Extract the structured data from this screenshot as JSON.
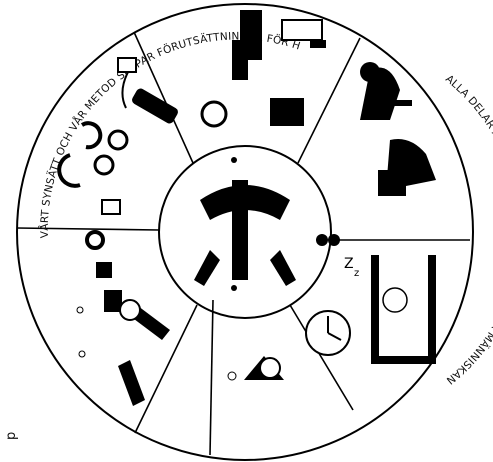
{
  "ring_texts": {
    "top": "VÅRT SYNSÄTT OCH VÅR METOD SKAPAR FÖRUTSÄTTNINGAR FÖR HÄLSA OCH HÅLLBARHET ÖVER TID",
    "right": "ALLA DELAR AV LIVET SAMSPELAR OCH PÅVERKAR MÄNNISKAN"
  },
  "corner_mark": "p",
  "colors": {
    "ink": "#000000",
    "paper": "#ffffff"
  },
  "segments": [
    {
      "name": "segment-activity-icon",
      "icon": "dumbbells-kettlebell-icon"
    },
    {
      "name": "segment-work-icon",
      "icon": "person-at-desk-icon"
    },
    {
      "name": "segment-nature-icon",
      "icon": "person-with-dog-icon"
    },
    {
      "name": "segment-sleep-icon",
      "icon": "person-sleeping-icon"
    },
    {
      "name": "segment-time-icon",
      "icon": "clock-icon"
    },
    {
      "name": "segment-food-icon",
      "icon": "food-plate-icon"
    },
    {
      "name": "segment-social-icon",
      "icon": "people-at-table-icon"
    }
  ],
  "center": {
    "icon": "person-silhouette-icon"
  }
}
